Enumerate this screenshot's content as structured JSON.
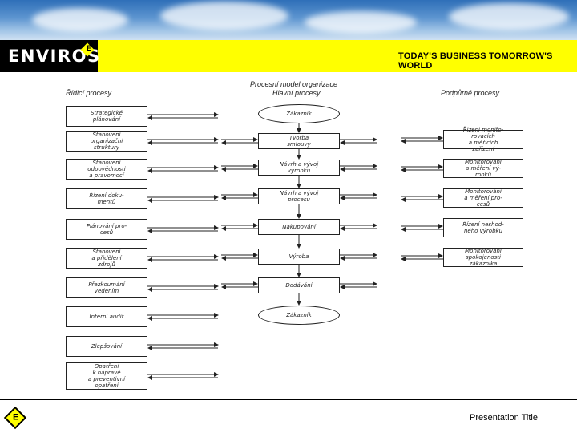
{
  "header": {
    "logo_text": "ENVIROS",
    "logo_badge": "E",
    "slogan": "TODAY'S BUSINESS TOMORROW'S WORLD"
  },
  "diagram": {
    "top_title": "Procesní model organizace",
    "left_title": "Řídicí procesy",
    "center_title": "Hlavní procesy",
    "right_title": "Podpůrné procesy",
    "left_boxes": [
      "Strategické\nplánování",
      "Stanovení\norganizační\nstruktury",
      "Stanovení\nodpovědnosti\na pravomocí",
      "Řízení doku-\nmentů",
      "Plánování pro-\ncesů",
      "Stanovení\na přidělení\nzdrojů",
      "Přezkoumání\nvedením",
      "Interní audit",
      "Zlepšování",
      "Opatření\nk nápravě\na preventivní\nopatření"
    ],
    "center_start": "Zákazník",
    "center_boxes": [
      "Tvorba\nsmlouvy",
      "Návrh a vývoj\nvýrobku",
      "Návrh a vývoj\nprocesu",
      "Nakupování",
      "Výroba",
      "Dodávání"
    ],
    "center_end": "Zákazník",
    "right_boxes": [
      "Řízení monito-\nrovacích\na měřicích\nzařízení",
      "Monitorování\na měření vý-\nrobků",
      "Monitorování\na měření pro-\ncesů",
      "Řízení neshod-\nného výrobku",
      "Monitorování\nspokojenosti\nzákazníka"
    ]
  },
  "footer": {
    "logo_badge": "E",
    "presentation_title": "Presentation Title"
  }
}
